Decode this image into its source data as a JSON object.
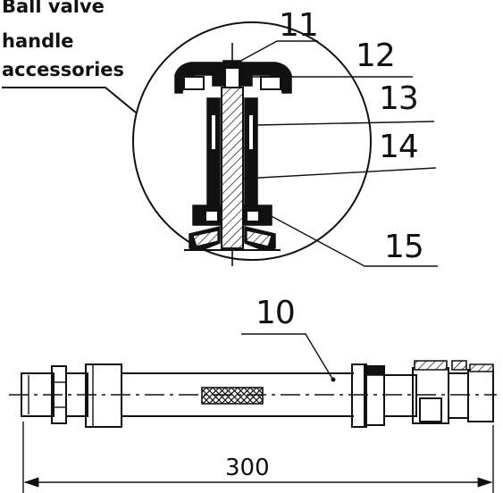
{
  "callout": {
    "line1": "Ball valve",
    "line2": "handle",
    "line3": "accessories"
  },
  "part_numbers": [
    "11",
    "12",
    "13",
    "14",
    "15",
    "10"
  ],
  "dimension": {
    "overall_length": "300"
  }
}
